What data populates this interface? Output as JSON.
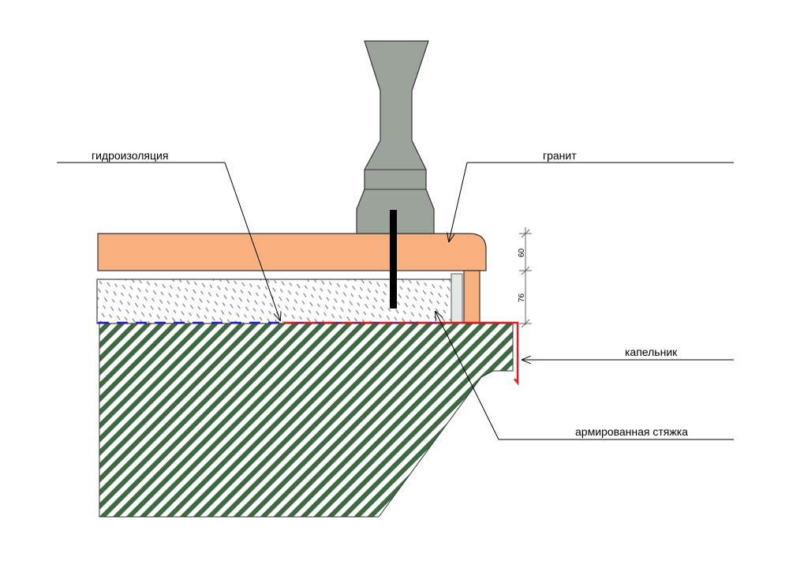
{
  "labels": {
    "waterproofing": "гидроизоляция",
    "granite": "гранит",
    "drip_edge": "капельник",
    "reinforced_screed": "армированная стяжка"
  },
  "dimensions": {
    "granite_thickness": "60",
    "screed_thickness": "76"
  },
  "colors": {
    "granite": "#F9B07F",
    "baluster": "#9BA39A",
    "concrete_hatch": "#3E6A42",
    "screed_hatch": "#7C7C7C",
    "waterproofing_blue": "#2323C8",
    "drip_edge_red": "#E02020",
    "side_shim": "#E6E6E6",
    "anchor": "#000000"
  }
}
